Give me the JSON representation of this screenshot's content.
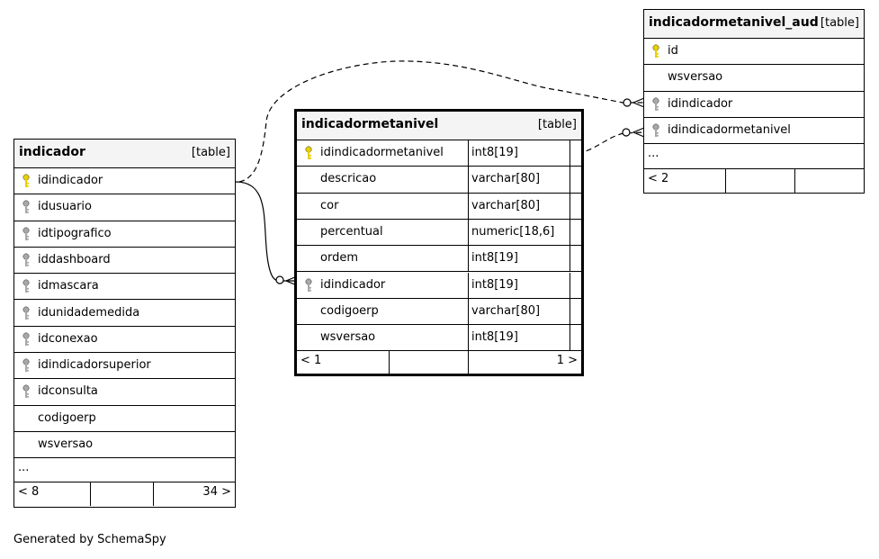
{
  "tables": {
    "indicador": {
      "name": "indicador",
      "type": "[table]",
      "columns": [
        {
          "name": "idindicador",
          "key": "primary"
        },
        {
          "name": "idusuario",
          "key": "foreign"
        },
        {
          "name": "idtipografico",
          "key": "foreign"
        },
        {
          "name": "iddashboard",
          "key": "foreign"
        },
        {
          "name": "idmascara",
          "key": "foreign"
        },
        {
          "name": "idunidademedida",
          "key": "foreign"
        },
        {
          "name": "idconexao",
          "key": "foreign"
        },
        {
          "name": "idindicadorsuperior",
          "key": "foreign"
        },
        {
          "name": "idconsulta",
          "key": "foreign"
        },
        {
          "name": "codigoerp",
          "key": "none"
        },
        {
          "name": "wsversao",
          "key": "none"
        }
      ],
      "ellipsis": "...",
      "footer": {
        "parents": "< 8",
        "children": "34 >"
      }
    },
    "indicadormetanivel": {
      "name": "indicadormetanivel",
      "type": "[table]",
      "columns": [
        {
          "name": "idindicadormetanivel",
          "datatype": "int8[19]",
          "key": "primary"
        },
        {
          "name": "descricao",
          "datatype": "varchar[80]",
          "key": "none"
        },
        {
          "name": "cor",
          "datatype": "varchar[80]",
          "key": "none"
        },
        {
          "name": "percentual",
          "datatype": "numeric[18,6]",
          "key": "none"
        },
        {
          "name": "ordem",
          "datatype": "int8[19]",
          "key": "none"
        },
        {
          "name": "idindicador",
          "datatype": "int8[19]",
          "key": "foreign"
        },
        {
          "name": "codigoerp",
          "datatype": "varchar[80]",
          "key": "none"
        },
        {
          "name": "wsversao",
          "datatype": "int8[19]",
          "key": "none"
        }
      ],
      "footer": {
        "parents": "< 1",
        "children": "1 >"
      }
    },
    "indicadormetanivel_aud": {
      "name": "indicadormetanivel_aud",
      "type": "[table]",
      "columns": [
        {
          "name": "id",
          "key": "primary"
        },
        {
          "name": "wsversao",
          "key": "none"
        },
        {
          "name": "idindicador",
          "key": "foreign"
        },
        {
          "name": "idindicadormetanivel",
          "key": "foreign"
        }
      ],
      "ellipsis": "...",
      "footer": {
        "parents": "< 2",
        "children": ""
      }
    }
  },
  "colors": {
    "primary_key": "#e8d000",
    "foreign_key": "#a8a8a8",
    "header_bg": "#f4f4f4"
  },
  "generated_by": "Generated by SchemaSpy"
}
